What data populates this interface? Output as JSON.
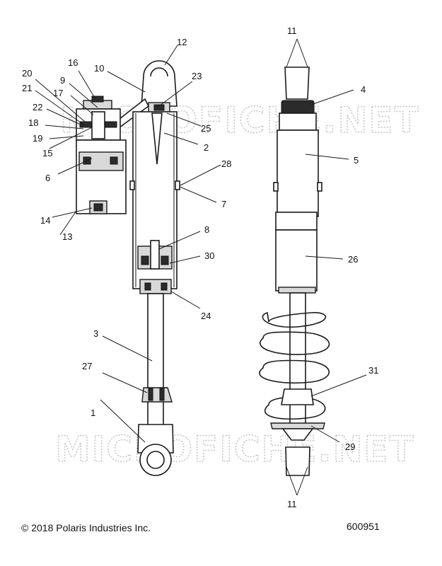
{
  "watermarks": [
    "MICROFICHE.NET",
    "MICROFICHE.NET"
  ],
  "callouts": {
    "c1": "1",
    "c2": "2",
    "c3": "3",
    "c4": "4",
    "c5": "5",
    "c6": "6",
    "c7": "7",
    "c8": "8",
    "c9": "9",
    "c10": "10",
    "c11a": "11",
    "c11b": "11",
    "c12": "12",
    "c13": "13",
    "c14": "14",
    "c15": "15",
    "c16": "16",
    "c17": "17",
    "c18": "18",
    "c19": "19",
    "c20": "20",
    "c21": "21",
    "c22": "22",
    "c23": "23",
    "c24": "24",
    "c25": "25",
    "c26": "26",
    "c27": "27",
    "c28": "28",
    "c29": "29",
    "c30": "30",
    "c31": "31"
  },
  "footer": {
    "copyright": "© 2018 Polaris Industries Inc.",
    "diagram_number": "600951"
  }
}
